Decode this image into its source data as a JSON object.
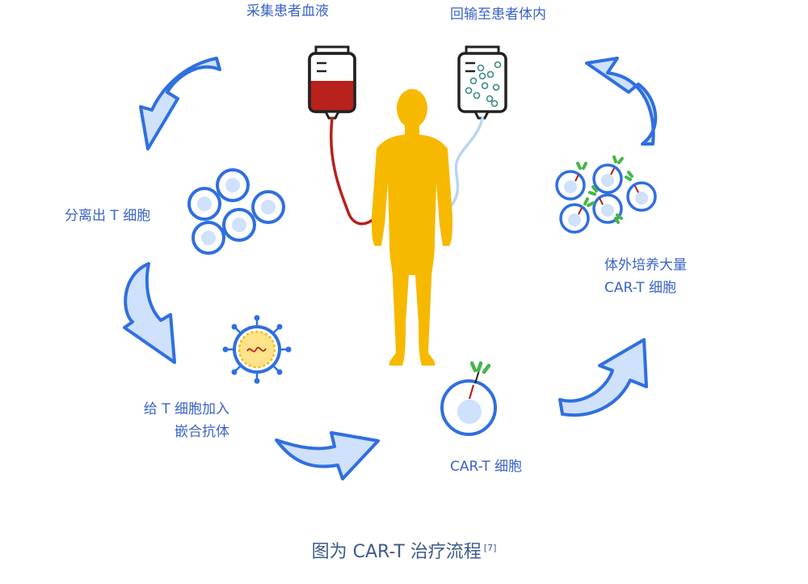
{
  "labels": {
    "collect_blood": "采集患者血液",
    "return_to_body": "回输至患者体内",
    "separate_t_cells": "分离出 T 细胞",
    "add_car_line1": "给 T 细胞加入",
    "add_car_line2": "嵌合抗体",
    "car_t_cell": "CAR-T 细胞",
    "expand_line1": "体外培养大量",
    "expand_line2": "CAR-T 细胞"
  },
  "caption": {
    "text": "图为 CAR-T 治疗流程",
    "ref": "[7]"
  },
  "colors": {
    "blue_label": "#3a63c9",
    "arrow_fill": "#cfe1fb",
    "arrow_stroke": "#2f6fe0",
    "body": "#f6b900",
    "blood": "#b8211c",
    "bag_outline": "#222222",
    "return_tube": "#b9d6ee",
    "receptor": "#46b54a"
  }
}
